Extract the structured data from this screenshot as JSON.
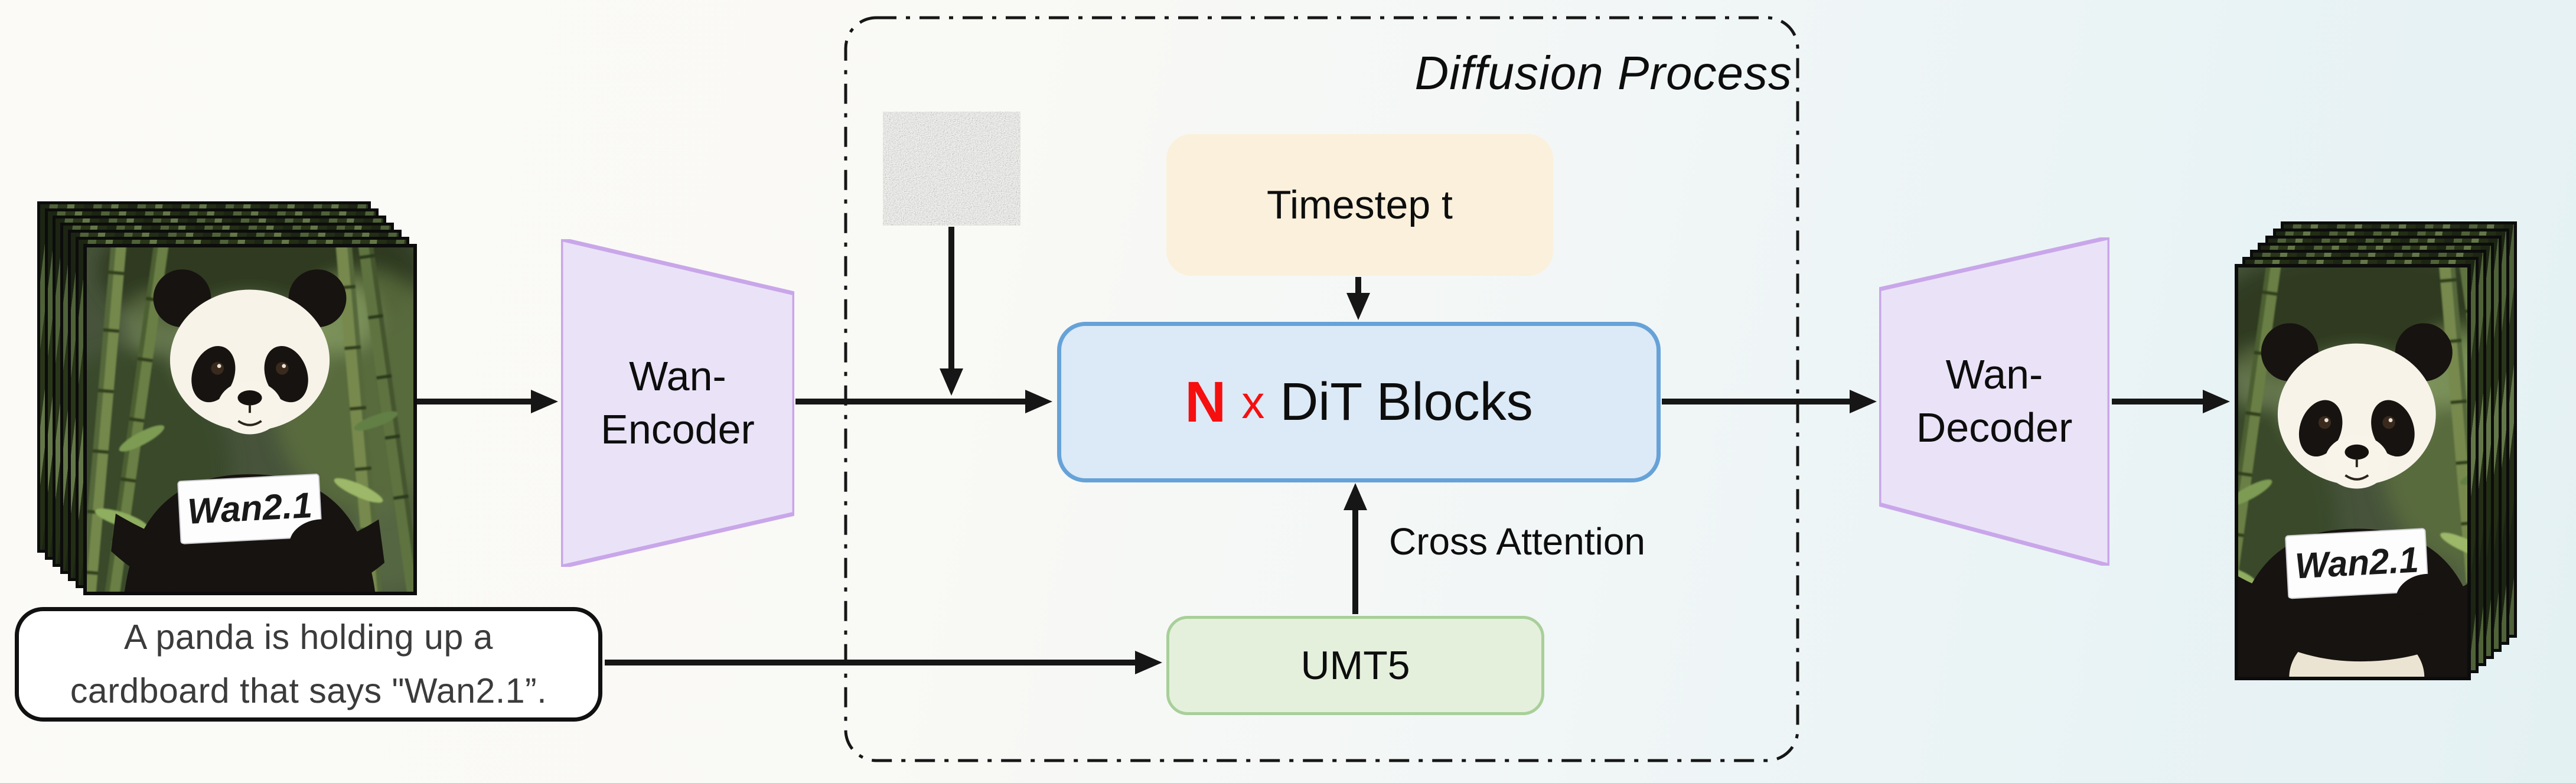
{
  "diffusion_process": {
    "title": "Diffusion Process"
  },
  "timestep_box": {
    "label": "Timestep t"
  },
  "dit_box": {
    "n": "N",
    "times": "x",
    "label": "DiT Blocks"
  },
  "cross_attention_label": "Cross Attention",
  "umt5_box": {
    "label": "UMT5"
  },
  "encoder": {
    "line1": "Wan-",
    "line2": "Encoder"
  },
  "decoder": {
    "line1": "Wan-",
    "line2": "Decoder"
  },
  "prompt_box": {
    "line1": "A panda is holding up a",
    "line2": "cardboard that says \"Wan2.1”."
  },
  "input_stack": {
    "sign_text": "Wan2.1"
  },
  "output_stack": {
    "sign_text": "Wan2.1"
  },
  "colors": {
    "arrow": "#161616",
    "dit_fill": "#dce9f7",
    "dit_border": "#66a2d8",
    "dit_accent_red": "#f50f0f",
    "umt5_fill": "#e4f0dc",
    "umt5_border": "#a8cf99",
    "timestep_fill": "#faf0dc",
    "trapezoid_fill": "#eae3f8",
    "trapezoid_border": "#c9a6e9"
  }
}
